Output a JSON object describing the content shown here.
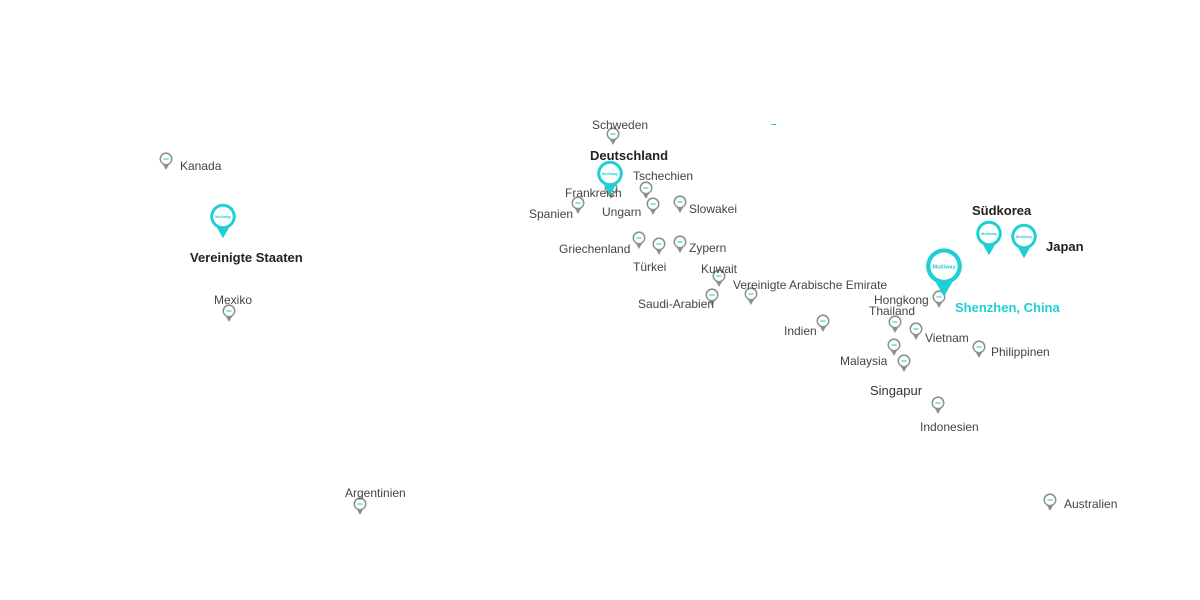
{
  "colors": {
    "accent": "#1ecfd4",
    "pin_gray": "#8f8f8f",
    "label": "#444444",
    "label_major": "#222222"
  },
  "brand_text": "Multiway",
  "map": {
    "headquarters": {
      "label": "Shenzhen, China"
    },
    "offices": [
      {
        "id": "usa",
        "label": "Vereinigte Staaten"
      },
      {
        "id": "germany",
        "label": "Deutschland"
      },
      {
        "id": "korea",
        "label": "Südkorea"
      },
      {
        "id": "japan",
        "label": "Japan"
      }
    ],
    "markets": [
      {
        "id": "canada",
        "label": "Kanada"
      },
      {
        "id": "mexico",
        "label": "Mexiko"
      },
      {
        "id": "argentina",
        "label": "Argentinien"
      },
      {
        "id": "sweden",
        "label": "Schweden"
      },
      {
        "id": "czechia",
        "label": "Tschechien"
      },
      {
        "id": "france",
        "label": "Frankreich"
      },
      {
        "id": "spain",
        "label": "Spanien"
      },
      {
        "id": "hungary",
        "label": "Ungarn"
      },
      {
        "id": "slovakia",
        "label": "Slowakei"
      },
      {
        "id": "greece",
        "label": "Griechenland"
      },
      {
        "id": "turkey",
        "label": "Türkei"
      },
      {
        "id": "cyprus",
        "label": "Zypern"
      },
      {
        "id": "kuwait",
        "label": "Kuwait"
      },
      {
        "id": "uae",
        "label": "Vereinigte Arabische Emirate"
      },
      {
        "id": "saudi",
        "label": "Saudi-Arabien"
      },
      {
        "id": "hongkong",
        "label": "Hongkong"
      },
      {
        "id": "india",
        "label": "Indien"
      },
      {
        "id": "thailand",
        "label": "Thailand"
      },
      {
        "id": "vietnam",
        "label": "Vietnam"
      },
      {
        "id": "malaysia",
        "label": "Malaysia"
      },
      {
        "id": "philippines",
        "label": "Philippinen"
      },
      {
        "id": "singapore",
        "label": "Singapur"
      },
      {
        "id": "indonesia",
        "label": "Indonesien"
      },
      {
        "id": "australia",
        "label": "Australien"
      }
    ]
  }
}
